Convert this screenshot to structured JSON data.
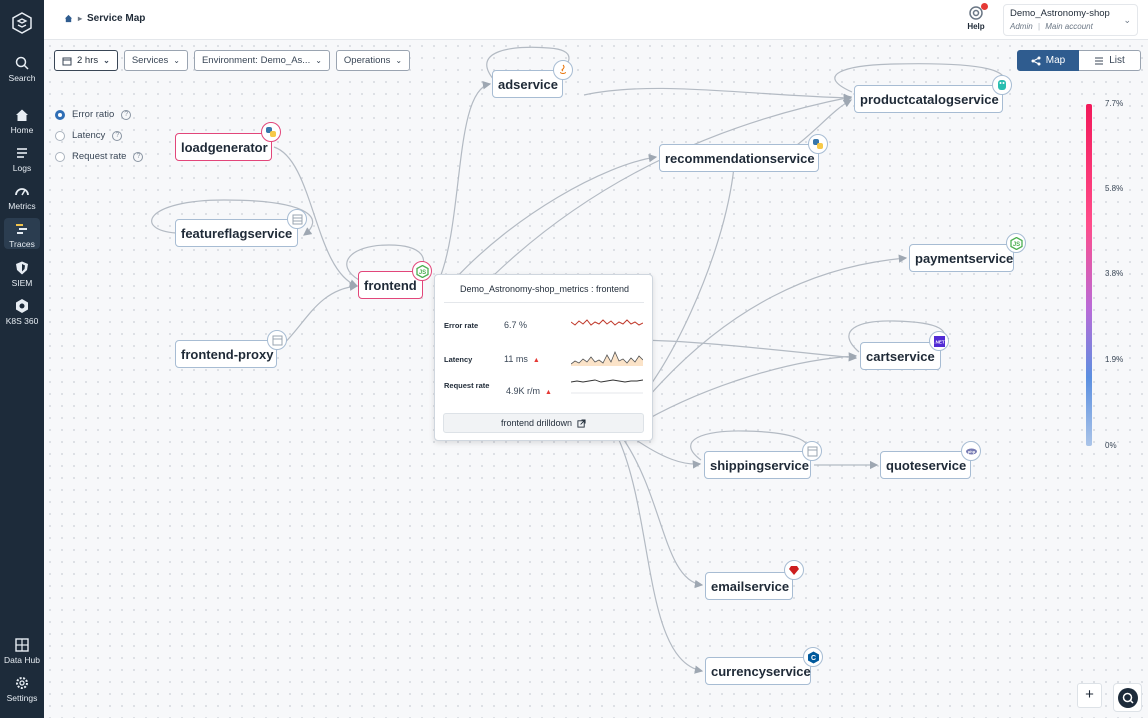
{
  "breadcrumb": {
    "title": "Service Map"
  },
  "sidebar": {
    "items": [
      {
        "label": "Search",
        "icon": "search-icon"
      },
      {
        "label": "Home",
        "icon": "home-icon"
      },
      {
        "label": "Logs",
        "icon": "logs-icon"
      },
      {
        "label": "Metrics",
        "icon": "metrics-icon"
      },
      {
        "label": "Traces",
        "icon": "traces-icon"
      },
      {
        "label": "SIEM",
        "icon": "shield-icon"
      },
      {
        "label": "K8S 360",
        "icon": "k8s-icon"
      },
      {
        "label": "Data Hub",
        "icon": "data-hub-icon"
      },
      {
        "label": "Settings",
        "icon": "gear-icon"
      }
    ]
  },
  "header": {
    "help_label": "Help",
    "account_name": "Demo_Astronomy-shop",
    "account_role": "Admin",
    "account_type": "Main account"
  },
  "filters": {
    "time": "2 hrs",
    "services": "Services",
    "environment": "Environment: Demo_As...",
    "operations": "Operations"
  },
  "metric_options": [
    {
      "label": "Error ratio",
      "selected": true
    },
    {
      "label": "Latency",
      "selected": false
    },
    {
      "label": "Request rate",
      "selected": false
    }
  ],
  "view_toggle": {
    "map": "Map",
    "list": "List"
  },
  "nodes": {
    "loadgenerator": "loadgenerator",
    "featureflagservice": "featureflagservice",
    "frontend": "frontend",
    "frontend_proxy": "frontend-proxy",
    "adservice": "adservice",
    "recommendationservice": "recommendationservice",
    "productcatalogservice": "productcatalogservice",
    "paymentservice": "paymentservice",
    "cartservice": "cartservice",
    "shippingservice": "shippingservice",
    "quoteservice": "quoteservice",
    "emailservice": "emailservice",
    "currencyservice": "currencyservice"
  },
  "legend": {
    "ticks": [
      "7.7%",
      "5.8%",
      "3.8%",
      "1.9%",
      "0%"
    ],
    "colors": [
      "#f2195a",
      "#b86bd8",
      "#5b8fe0",
      "#aac4e8"
    ]
  },
  "popup": {
    "title": "Demo_Astronomy-shop_metrics : frontend",
    "error_rate_label": "Error rate",
    "error_rate_value": "6.7 %",
    "latency_label": "Latency",
    "latency_value": "11 ms",
    "request_rate_label": "Request rate",
    "request_rate_value": "4.9K r/m",
    "drilldown": "frontend drilldown"
  },
  "zoom_label": "+"
}
